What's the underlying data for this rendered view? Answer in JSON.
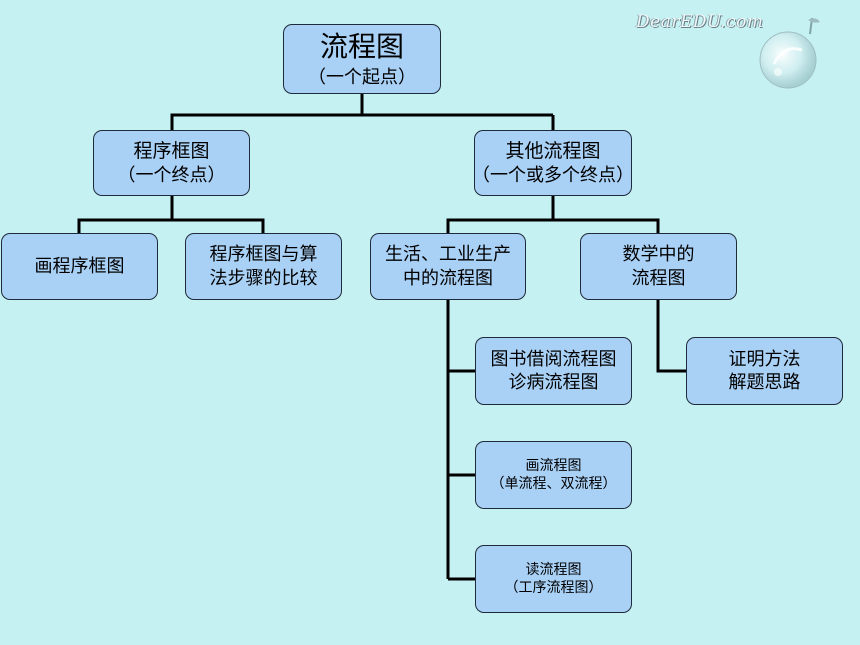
{
  "logo": {
    "text": "DearEDU.com"
  },
  "nodes": {
    "root": {
      "title": "流程图",
      "sub": "（一个起点）"
    },
    "program_flowchart": {
      "title": "程序框图",
      "sub": "（一个终点）"
    },
    "other_flowchart": {
      "title": "其他流程图",
      "sub": "（一个或多个终点）"
    },
    "draw_program_flowchart": {
      "line1": "画程序框图"
    },
    "compare_algorithm": {
      "line1": "程序框图与算",
      "line2": "法步骤的比较"
    },
    "life_industry": {
      "line1": "生活、工业生产",
      "line2": "中的流程图"
    },
    "math_flowchart": {
      "line1": "数学中的",
      "line2": "流程图"
    },
    "library_medical": {
      "line1": "图书借阅流程图",
      "line2": "诊病流程图"
    },
    "proof_method": {
      "line1": "证明方法",
      "line2": "解题思路"
    },
    "draw_flowchart": {
      "line1": "画流程图",
      "line2": "（单流程、双流程）"
    },
    "read_flowchart": {
      "line1": "读流程图",
      "line2": "（工序流程图）"
    }
  },
  "colors": {
    "background": "#c6f1f3",
    "node_fill": "#a9d0f5",
    "node_border": "#1f2a3a",
    "connector": "#000000"
  }
}
